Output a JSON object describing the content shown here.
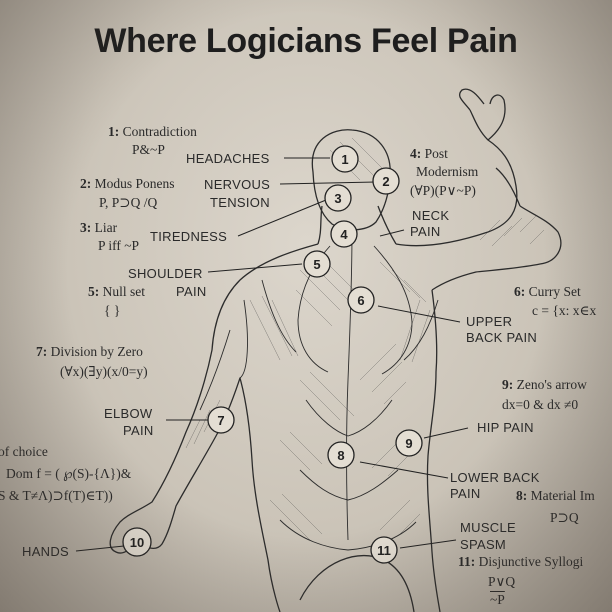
{
  "title": "Where Logicians Feel Pain",
  "logic": [
    {
      "num": "1:",
      "name": "Contradiction",
      "formula": "P&~P"
    },
    {
      "num": "2:",
      "name": "Modus Ponens",
      "formula": "P, P⊃Q /Q"
    },
    {
      "num": "3:",
      "name": "Liar",
      "formula": "P iff ~P"
    },
    {
      "num": "4:",
      "name": "Post",
      "name2": "Modernism",
      "formula": "(∀P)(P∨~P)"
    },
    {
      "num": "5:",
      "name": "Null set",
      "formula": "{ }"
    },
    {
      "num": "6:",
      "name": "Curry Set",
      "formula": "c = {x: x∈x"
    },
    {
      "num": "7:",
      "name": "Division by Zero",
      "formula": "(∀x)(∃y)(x/0=y)"
    },
    {
      "num": "8:",
      "name": "Material Im",
      "formula": "P⊃Q"
    },
    {
      "num": "9:",
      "name": "Zeno's arrow",
      "formula": "dx=0 & dx ≠0"
    },
    {
      "num": "11:",
      "name": "Disjunctive Syllogi",
      "formula": "P∨Q",
      "formula2": "~P"
    }
  ],
  "choice": {
    "line1": "of choice",
    "line2": "Dom f = ( ℘(S)-{Λ})&",
    "line3": "S & T≠Λ)⊃f(T)∈T))"
  },
  "pain_labels": {
    "headaches": "HEADACHES",
    "nervous": "NERVOUS",
    "tension": "TENSION",
    "neck": "NECK",
    "neck_pain": "PAIN",
    "tiredness": "TIREDNESS",
    "shoulder": "SHOULDER",
    "shoulder_pain": "PAIN",
    "upper_back": "UPPER",
    "upper_back_pain": "BACK PAIN",
    "elbow": "ELBOW",
    "elbow_pain": "PAIN",
    "hip": "HIP PAIN",
    "lower_back": "LOWER BACK",
    "lower_back_pain": "PAIN",
    "muscle": "MUSCLE",
    "spasm": "SPASM",
    "hands": "HANDS"
  },
  "markers": [
    "1",
    "2",
    "3",
    "4",
    "5",
    "6",
    "7",
    "8",
    "9",
    "10",
    "11"
  ]
}
